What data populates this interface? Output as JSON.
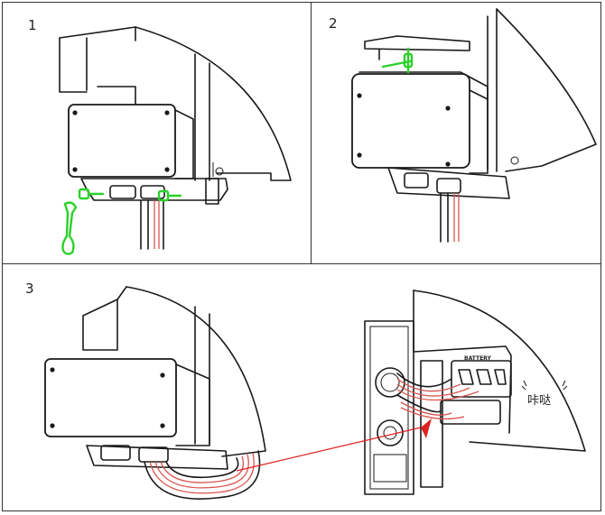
{
  "steps": [
    {
      "number": "1"
    },
    {
      "number": "2"
    },
    {
      "number": "3"
    }
  ],
  "labels": {
    "battery": "BATTERY",
    "click_sound": "咔哒"
  },
  "colors": {
    "tool_highlight": "#2bd12b",
    "cable": "#d9534f",
    "arrow": "#e02020",
    "line": "#1a1a1a"
  },
  "icons": [
    "wrench-icon",
    "screw-icon",
    "arrow-icon"
  ]
}
